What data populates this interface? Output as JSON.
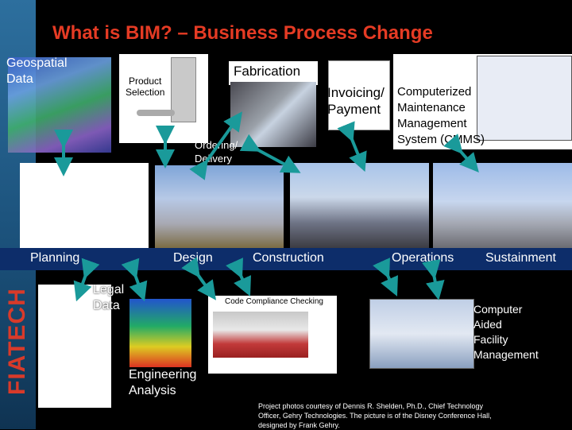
{
  "title": "What is BIM? – Business Process Change",
  "logo": "FIATECH",
  "labels": {
    "geospatial": [
      "Geospatial",
      "Data"
    ],
    "product_selection": [
      "Product",
      "Selection"
    ],
    "fabrication": "Fabrication",
    "invoicing": [
      "Invoicing/",
      "Payment"
    ],
    "cmms": [
      "Computerized",
      "Maintenance",
      "Management",
      "System (CMMS)"
    ],
    "ordering": [
      "Ordering/",
      "Delivery"
    ],
    "legal": [
      "Legal",
      "Data"
    ],
    "engineering": [
      "Engineering",
      "Analysis"
    ],
    "code_compliance": "Code Compliance Checking",
    "cafm": [
      "Computer",
      "Aided",
      "Facility",
      "Management"
    ]
  },
  "phases": [
    "Planning",
    "Design",
    "Construction",
    "Operations",
    "Sustainment"
  ],
  "credit": [
    "Project photos courtesy of Dennis R. Shelden, Ph.D., Chief Technology",
    "Officer, Gehry Technologies. The picture is of the Disney Conference Hall,",
    "designed by Frank Gehry."
  ],
  "colors": {
    "title": "#e53b24",
    "arrow": "#1a9a9a",
    "bar": "#0d2d6a"
  }
}
